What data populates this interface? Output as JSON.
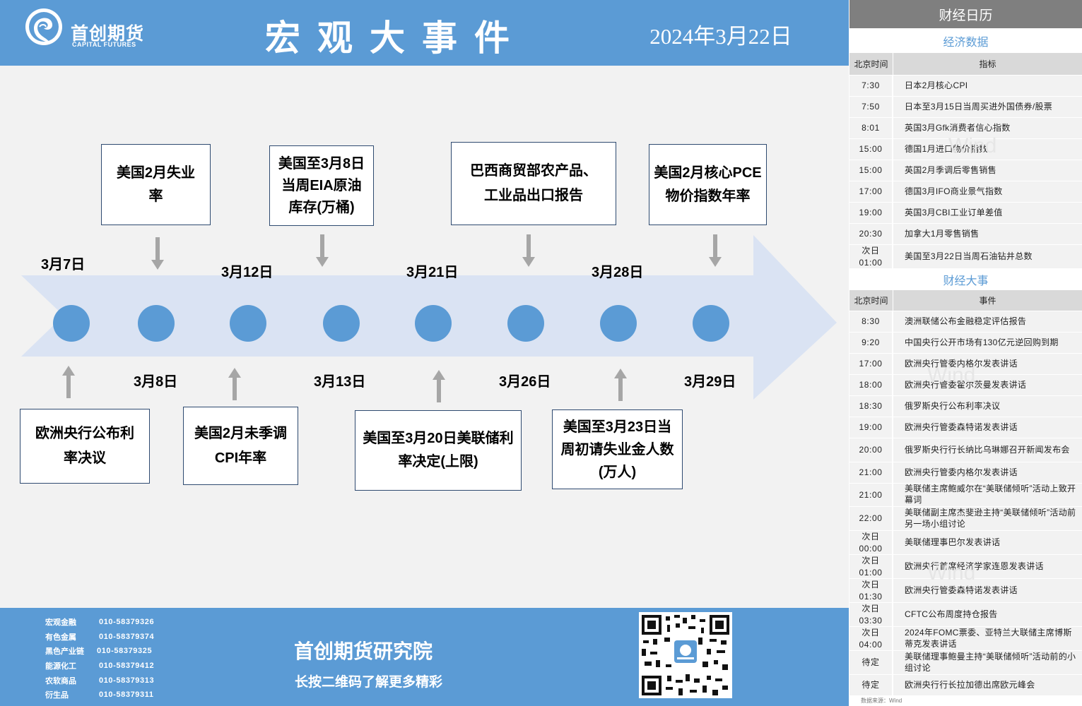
{
  "header": {
    "logo_cn": "首创期货",
    "logo_en": "CAPITAL FUTURES",
    "title": "宏观大事件",
    "date": "2024年3月22日"
  },
  "timeline": {
    "dates": [
      "3月7日",
      "3月8日",
      "3月12日",
      "3月13日",
      "3月21日",
      "3月26日",
      "3月28日",
      "3月29日"
    ],
    "events_top": [
      {
        "text": "美国2月失业\n率"
      },
      {
        "text": "美国至3月8日\n当周EIA原油\n库存(万桶)"
      },
      {
        "text": "巴西商贸部农产品、\n工业品出口报告"
      },
      {
        "text": "美国2月核心PCE\n物价指数年率"
      }
    ],
    "events_bottom": [
      {
        "text": "欧洲央行公布利\n率决议"
      },
      {
        "text": "美国2月未季调\nCPI年率"
      },
      {
        "text": "美国至3月20日美联储利\n率决定(上限)"
      },
      {
        "text": "美国至3月23日当\n周初请失业金人数\n(万人)"
      }
    ]
  },
  "footer": {
    "contacts": [
      {
        "name": "宏观金融",
        "phone": "010-58379326"
      },
      {
        "name": "有色金属",
        "phone": "010-58379374"
      },
      {
        "name": "黑色产业链",
        "phone": "010-58379325"
      },
      {
        "name": "能源化工",
        "phone": "010-58379412"
      },
      {
        "name": "农软商品",
        "phone": "010-58379313"
      },
      {
        "name": "衍生品",
        "phone": "010-58379311"
      }
    ],
    "institute": "首创期货研究院",
    "subtitle": "长按二维码了解更多精彩"
  },
  "calendar": {
    "title": "财经日历",
    "economic": {
      "title": "经济数据",
      "headers": [
        "北京时间",
        "指标"
      ],
      "rows": [
        {
          "time": "7:30",
          "item": "日本2月核心CPI"
        },
        {
          "time": "7:50",
          "item": "日本至3月15日当周买进外国债券/股票"
        },
        {
          "time": "8:01",
          "item": "英国3月Gfk消费者信心指数"
        },
        {
          "time": "15:00",
          "item": "德国1月进口物价指数"
        },
        {
          "time": "15:00",
          "item": "英国2月季调后零售销售"
        },
        {
          "time": "17:00",
          "item": "德国3月IFO商业景气指数"
        },
        {
          "time": "19:00",
          "item": "英国3月CBI工业订单差值"
        },
        {
          "time": "20:30",
          "item": "加拿大1月零售销售"
        },
        {
          "time": "次日\n01:00",
          "item": "美国至3月22日当周石油钻井总数"
        }
      ]
    },
    "events": {
      "title": "财经大事",
      "headers": [
        "北京时间",
        "事件"
      ],
      "rows": [
        {
          "time": "8:30",
          "item": "澳洲联储公布金融稳定评估报告"
        },
        {
          "time": "9:20",
          "item": "中国央行公开市场有130亿元逆回购到期"
        },
        {
          "time": "17:00",
          "item": "欧洲央行管委内格尔发表讲话"
        },
        {
          "time": "18:00",
          "item": "欧洲央行管委霍尔茨曼发表讲话"
        },
        {
          "time": "18:30",
          "item": "俄罗斯央行公布利率决议"
        },
        {
          "time": "19:00",
          "item": "欧洲央行管委森特诺发表讲话"
        },
        {
          "time": "20:00",
          "item": "俄罗斯央行行长纳比乌琳娜召开新闻发布会"
        },
        {
          "time": "21:00",
          "item": "欧洲央行管委内格尔发表讲话"
        },
        {
          "time": "21:00",
          "item": "美联储主席鲍威尔在“美联储倾听”活动上致开幕词"
        },
        {
          "time": "22:00",
          "item": "美联储副主席杰斐逊主持“美联储倾听”活动前另一场小组讨论"
        },
        {
          "time": "次日\n00:00",
          "item": "美联储理事巴尔发表讲话"
        },
        {
          "time": "次日\n01:00",
          "item": "欧洲央行首席经济学家连恩发表讲话"
        },
        {
          "time": "次日\n01:30",
          "item": "欧洲央行管委森特诺发表讲话"
        },
        {
          "time": "次日\n03:30",
          "item": "CFTC公布周度持仓报告"
        },
        {
          "time": "次日\n04:00",
          "item": "2024年FOMC票委、亚特兰大联储主席博斯蒂克发表讲话"
        },
        {
          "time": "待定",
          "item": "美联储理事鲍曼主持“美联储倾听”活动前的小组讨论"
        },
        {
          "time": "待定",
          "item": "欧洲央行行长拉加德出席欧元峰会"
        }
      ]
    },
    "source": "数据来源：Wind",
    "watermark": "Wind"
  },
  "colors": {
    "brand_blue": "#5b9bd5",
    "arrow_fill": "#dae3f3",
    "panel_header": "#7f7f7f",
    "row_bg": "#f2f2f2",
    "header_bg": "#d9d9d9"
  },
  "icons": {
    "logo": "capital-futures-logo-icon",
    "qr": "qr-code-icon",
    "arrow_down": "arrow-down-icon",
    "arrow_up": "arrow-up-icon"
  }
}
